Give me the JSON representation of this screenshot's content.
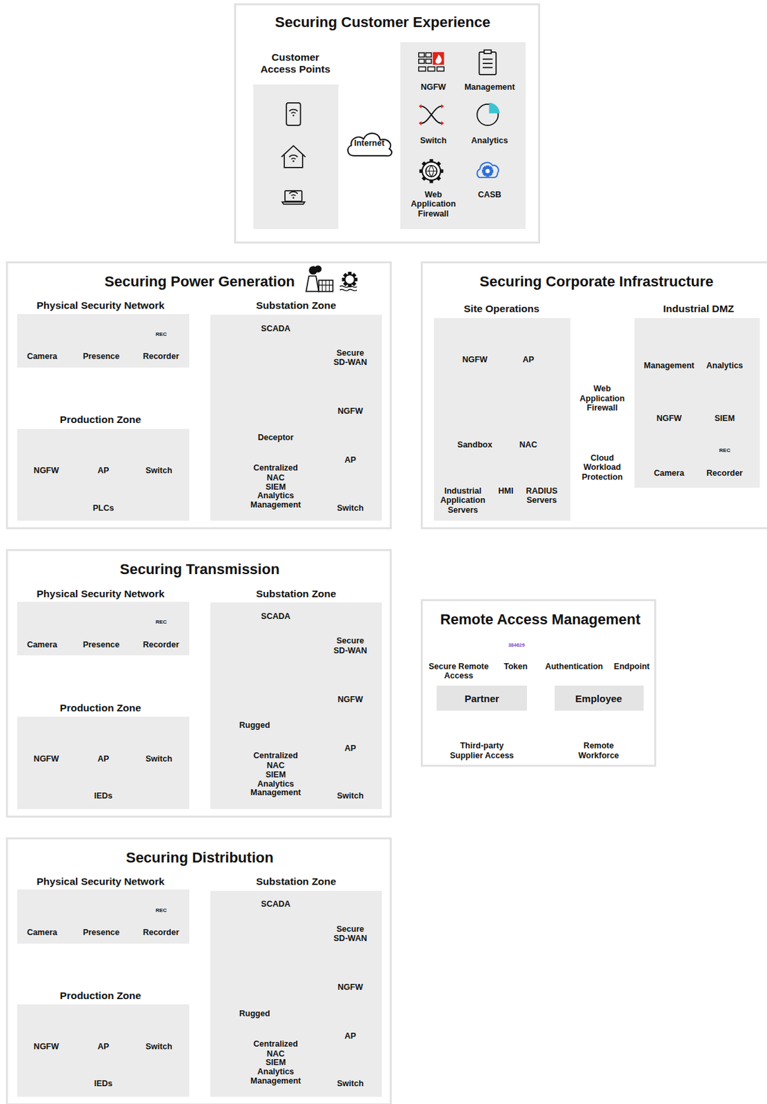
{
  "diagram": {
    "nodes": [
      {
        "text": [
          "Securing Customer Experience"
        ]
      },
      {
        "text": [
          "Customer Access Points"
        ],
        "in": 0
      },
      {
        "text": [
          "Internet"
        ],
        "in": 0
      },
      {
        "text": [
          "NGFW",
          "Management",
          "Switch",
          "Analytics",
          "Web Application Firewall",
          "CASB"
        ],
        "in": 0
      },
      {
        "text": [
          "Securing Power Generation"
        ]
      },
      {
        "text": [
          "Physical Security Network",
          "Camera",
          "Presence",
          "Recorder"
        ],
        "in": 4
      },
      {
        "text": [
          "Production Zone",
          "NGFW",
          "AP",
          "Switch",
          "PLCs"
        ],
        "in": 4
      },
      {
        "text": [
          "Substation Zone",
          "SCADA",
          "Secure SD-WAN",
          "NGFW",
          "Deceptor",
          "AP",
          "Centralized",
          "NAC SIEM Analytics Management",
          "Switch"
        ],
        "in": 4
      },
      {
        "text": [
          "Securing Corporate Infrastructure",
          "Web Application Firewall",
          "Cloud Workload Protection"
        ]
      },
      {
        "text": [
          "Site Operations",
          "NGFW",
          "AP",
          "Sandbox",
          "NAC",
          "Industrial Application Servers",
          "HMI",
          "RADIUS Servers"
        ],
        "in": 8
      },
      {
        "text": [
          "Industrial DMZ",
          "Management",
          "Analytics",
          "NGFW",
          "SIEM",
          "Camera",
          "Recorder"
        ],
        "in": 8
      },
      {
        "text": [
          "Securing Transmission"
        ]
      },
      {
        "text": [
          "Physical Security Network",
          "Camera",
          "Presence",
          "Recorder"
        ],
        "in": 11
      },
      {
        "text": [
          "Production Zone",
          "NGFW",
          "AP",
          "Switch",
          "IEDs"
        ],
        "in": 11
      },
      {
        "text": [
          "Substation Zone",
          "SCADA",
          "Secure SD-WAN",
          "NGFW",
          "Rugged",
          "AP",
          "Centralized",
          "NAC SIEM Analytics Management",
          "Switch"
        ],
        "in": 11
      },
      {
        "text": [
          "Remote Access Management",
          "Secure Remote Access",
          "Token",
          "Authentication",
          "Endpoint",
          "Third-party Supplier Access",
          "Remote Workforce"
        ]
      },
      {
        "text": [
          "Partner"
        ],
        "in": 15
      },
      {
        "text": [
          "Employee"
        ],
        "in": 15
      },
      {
        "text": [
          "Securing Distribution"
        ]
      },
      {
        "text": [
          "Physical Security Network",
          "Camera",
          "Presence",
          "Recorder"
        ],
        "in": 18
      },
      {
        "text": [
          "Production Zone",
          "NGFW",
          "AP",
          "Switch",
          "IEDs"
        ],
        "in": 18
      },
      {
        "text": [
          "Substation Zone",
          "SCADA",
          "Secure SD-WAN",
          "NGFW",
          "Rugged",
          "AP",
          "Centralized",
          "NAC SIEM Analytics Management",
          "Switch"
        ],
        "in": 18
      }
    ],
    "edges": [
      {
        "from": 1,
        "to": 2,
        "arrow": "none"
      },
      {
        "from": 2,
        "to": 3,
        "arrow": "none"
      },
      {
        "from": 0,
        "to": 8,
        "arrow": "none"
      },
      {
        "from": 4,
        "to": 8,
        "arrow": "none"
      },
      {
        "from": 8,
        "to": 11,
        "arrow": "none"
      },
      {
        "from": 8,
        "to": 18,
        "arrow": "none"
      }
    ],
    "labels": [
      "REC",
      "REC",
      "REC",
      "384629",
      "REC"
    ]
  }
}
